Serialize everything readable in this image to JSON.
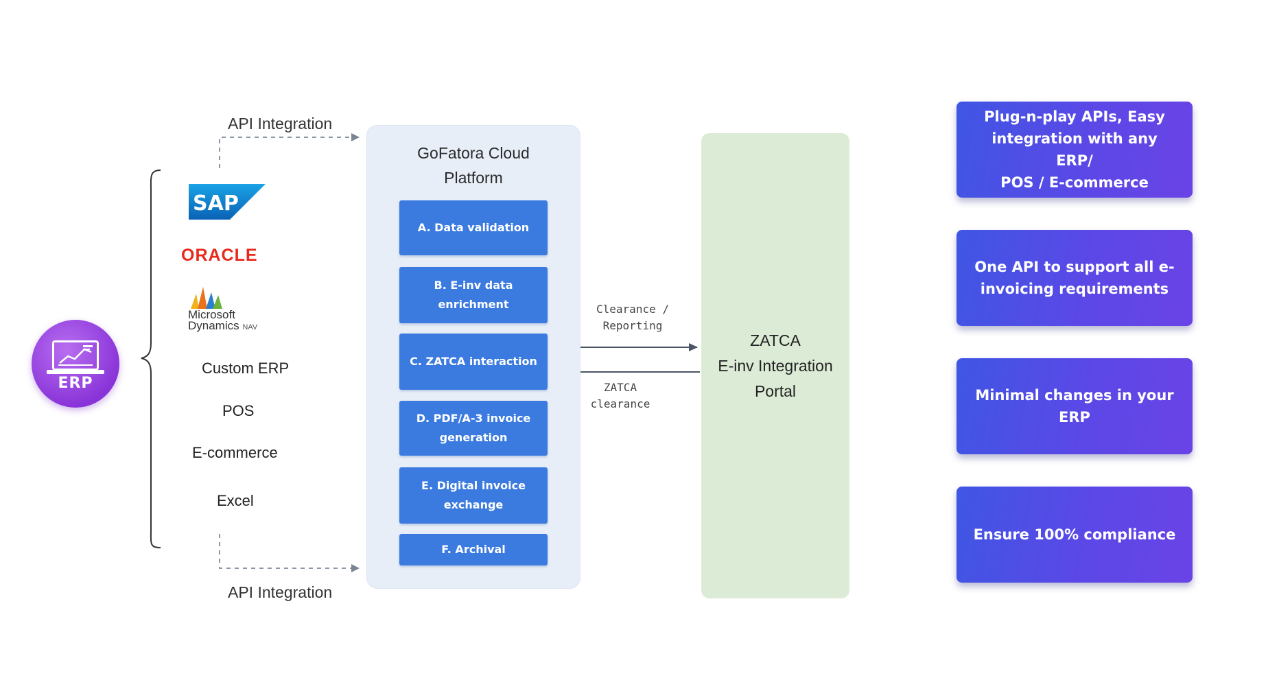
{
  "erp_badge": {
    "label": "ERP",
    "icon": "laptop-chart-icon"
  },
  "sources": {
    "logos": {
      "sap": "SAP",
      "oracle": "ORACLE",
      "microsoft_1": "Microsoft",
      "microsoft_2": "Dynamics",
      "microsoft_nav": "NAV"
    },
    "items": [
      "Custom ERP",
      "POS",
      "E-commerce",
      "Excel"
    ]
  },
  "api_integration": {
    "top": "API Integration",
    "bottom": "API Integration"
  },
  "cloud": {
    "title_line1": "GoFatora Cloud",
    "title_line2": "Platform",
    "steps": [
      {
        "line1": "A. Data validation",
        "line2": ""
      },
      {
        "line1": "B. E-inv data",
        "line2": "enrichment"
      },
      {
        "line1": "C. ZATCA interaction",
        "line2": ""
      },
      {
        "line1": "D. PDF/A-3 invoice",
        "line2": "generation"
      },
      {
        "line1": "E. Digital invoice",
        "line2": "exchange"
      },
      {
        "line1": "F. Archival",
        "line2": ""
      }
    ]
  },
  "flows": {
    "to_zatca": {
      "line1": "Clearance /",
      "line2": "Reporting"
    },
    "from_zatca": {
      "line1": "ZATCA",
      "line2": "clearance"
    }
  },
  "zatca": {
    "line1": "ZATCA",
    "line2": "E-inv Integration",
    "line3": "Portal"
  },
  "benefits": [
    {
      "line1": "Plug-n-play APIs, Easy",
      "line2": "integration with any ERP/",
      "line3": "POS / E-commerce"
    },
    {
      "line1": "One API to support all e-",
      "line2": "invoicing requirements",
      "line3": ""
    },
    {
      "line1": "Minimal changes in your",
      "line2": "ERP",
      "line3": ""
    },
    {
      "line1": "Ensure 100% compliance",
      "line2": "",
      "line3": ""
    }
  ],
  "colors": {
    "step_blue": "#3b7be0",
    "cloud_bg": "#e7eef8",
    "zatca_bg": "#dcebd6",
    "benefit_blue": "#4f4fe5",
    "erp_purple": "#8a35d9"
  }
}
